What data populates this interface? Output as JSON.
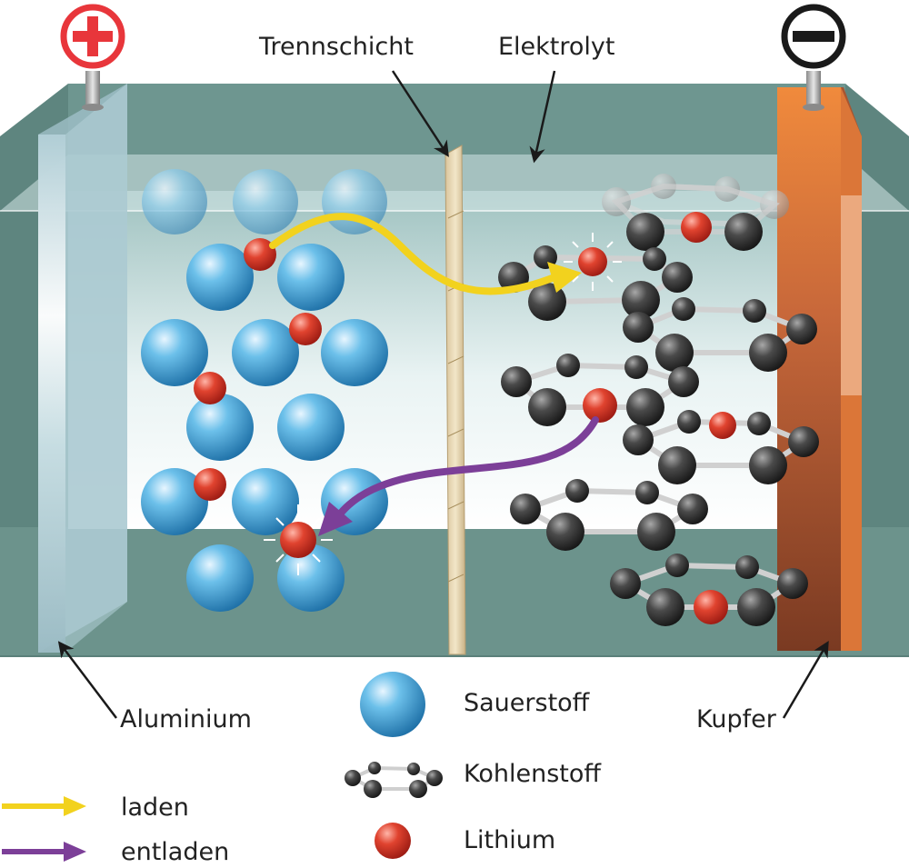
{
  "labels": {
    "separator": "Trennschicht",
    "electrolyte": "Elektrolyt",
    "cathode_collector": "Aluminium",
    "anode_collector": "Kupfer"
  },
  "terminals": {
    "positive_symbol": "plus-sign",
    "negative_symbol": "minus-sign",
    "positive_color": "#e8363b",
    "negative_color": "#1a1a1a"
  },
  "legend": {
    "oxygen": "Sauerstoff",
    "carbon": "Kohlenstoff",
    "lithium": "Lithium",
    "charge": "laden",
    "discharge": "entladen"
  },
  "colors": {
    "charge_arrow": "#f2d21e",
    "discharge_arrow": "#7c3f98",
    "electrolyte": "#6c938c",
    "aluminium": "#b9d3da",
    "copper": "#c8683a",
    "oxygen_atom": "#3b9fd4",
    "carbon_atom": "#3d3d3d",
    "lithium_atom": "#d8362d"
  }
}
